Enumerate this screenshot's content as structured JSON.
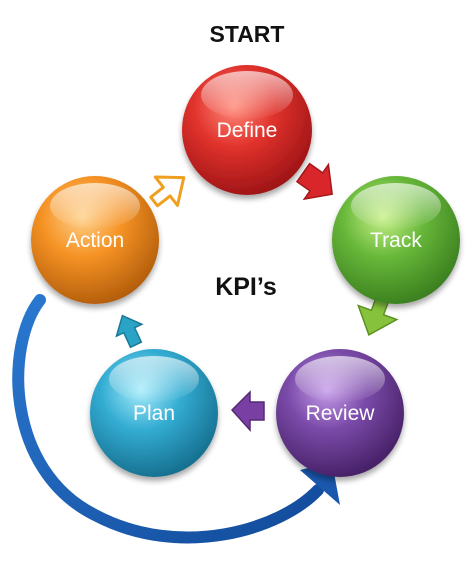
{
  "diagram": {
    "title": "START",
    "center_label": "KPI’s",
    "nodes": [
      {
        "id": "define",
        "label": "Define",
        "color": "#d9262a"
      },
      {
        "id": "track",
        "label": "Track",
        "color": "#5fb33b"
      },
      {
        "id": "review",
        "label": "Review",
        "color": "#6a3f9a"
      },
      {
        "id": "plan",
        "label": "Plan",
        "color": "#2aa3c8"
      },
      {
        "id": "action",
        "label": "Action",
        "color": "#f08c1e"
      }
    ],
    "connectors": [
      {
        "from": "define",
        "to": "track",
        "color": "#d9262a",
        "style": "filled"
      },
      {
        "from": "track",
        "to": "review",
        "color": "#86c23c",
        "style": "filled"
      },
      {
        "from": "review",
        "to": "plan",
        "color": "#7a3fa3",
        "style": "filled"
      },
      {
        "from": "plan",
        "to": "action",
        "color": "#2ba3c7",
        "style": "filled"
      },
      {
        "from": "action",
        "to": "define",
        "color": "#f0a020",
        "style": "outline"
      }
    ],
    "loop_arrow": {
      "from": "action",
      "to": "review",
      "color": "#1f5fb5"
    }
  }
}
